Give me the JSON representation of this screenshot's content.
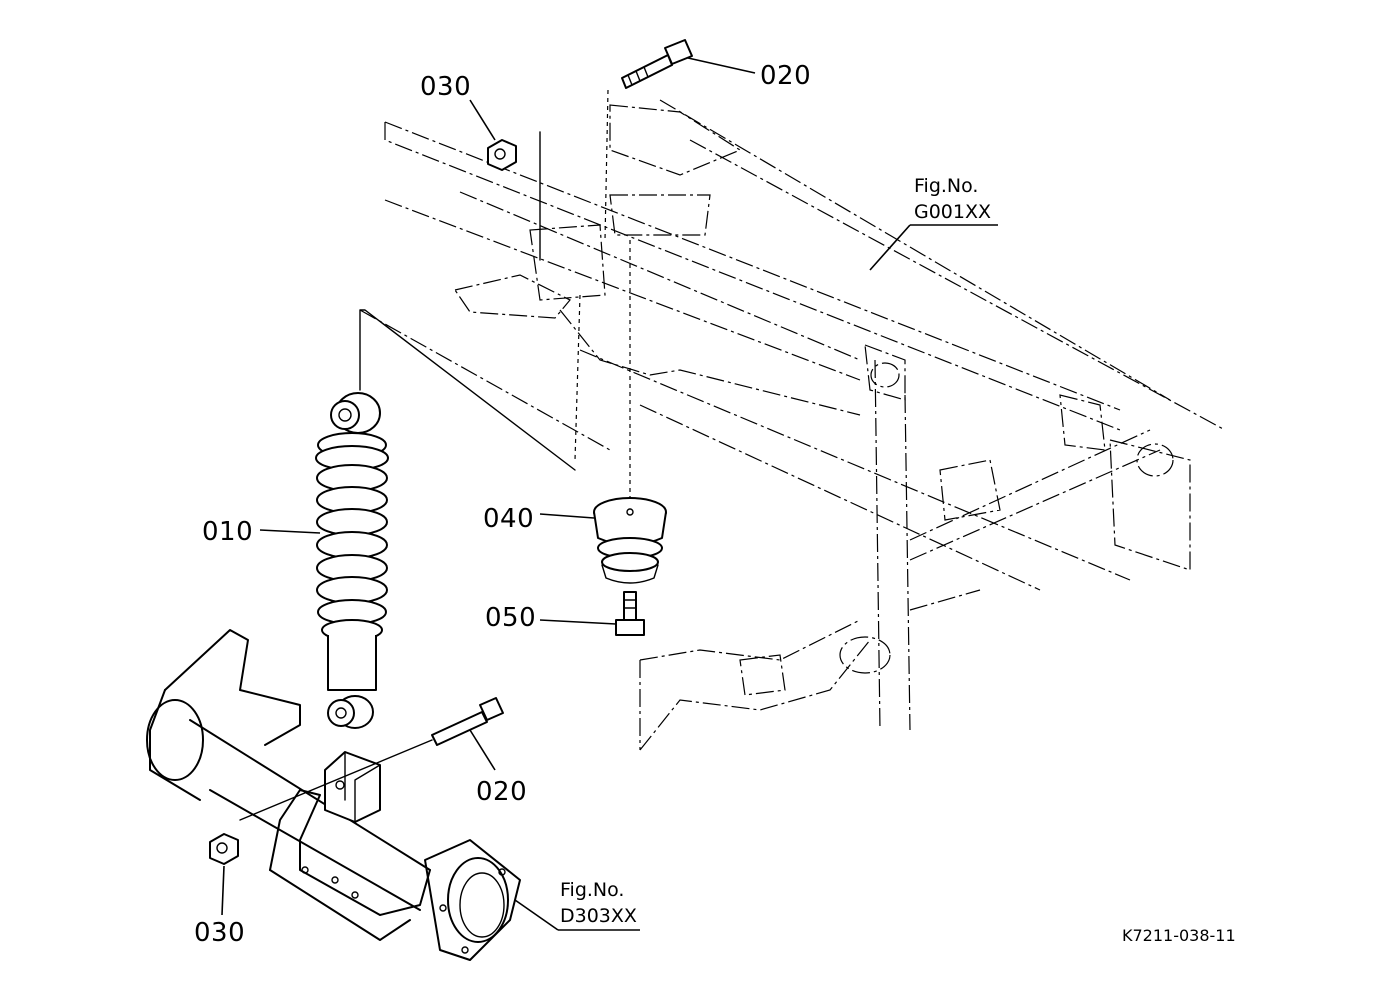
{
  "callouts": {
    "c010": "010",
    "c020_top": "020",
    "c020_bottom": "020",
    "c030_top": "030",
    "c030_bottom": "030",
    "c040": "040",
    "c050": "050"
  },
  "references": {
    "frame_ref_title": "Fig.No.",
    "frame_ref_code": "G001XX",
    "axle_ref_title": "Fig.No.",
    "axle_ref_code": "D303XX"
  },
  "drawing_code": "K7211-038-11"
}
